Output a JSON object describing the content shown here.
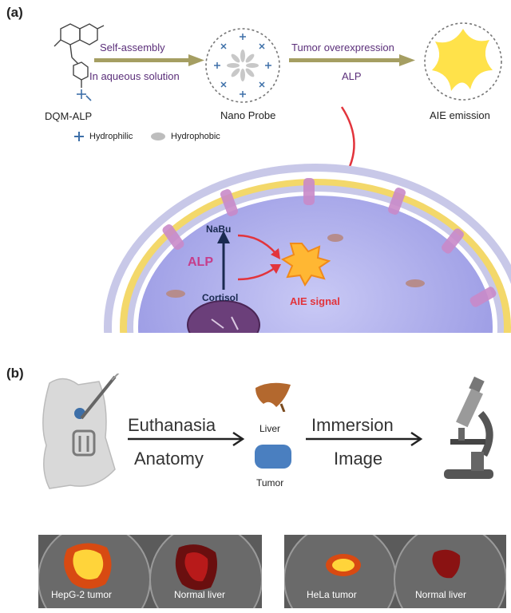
{
  "panel_a": {
    "label": "(a)",
    "molecule_name": "DQM-ALP",
    "arrow1_top": "Self-assembly",
    "arrow1_bottom": "In aqueous solution",
    "nano_probe": "Nano Probe",
    "arrow2_top": "Tumor overexpression",
    "arrow2_bottom": "ALP",
    "aie_emission": "AIE emission",
    "legend_hydrophilic": "Hydrophilic",
    "legend_hydrophobic": "Hydrophobic",
    "cell_nabu": "NaBu",
    "cell_alp": "ALP",
    "cell_cortisol": "Cortisol",
    "cell_aie_signal": "AIE signal"
  },
  "panel_b": {
    "label": "(b)",
    "euthanasia": "Euthanasia",
    "anatomy": "Anatomy",
    "liver": "Liver",
    "tumor": "Tumor",
    "immersion": "Immersion",
    "image": "Image",
    "dish_labels": [
      "HepG-2 tumor",
      "Normal liver",
      "HeLa tumor",
      "Normal liver"
    ]
  },
  "colors": {
    "arrow_olive": "#a59e62",
    "label_purple": "#5b2f7a",
    "aie_yellow": "#ffe24a",
    "cell_lavender": "#9f9fe6",
    "red_arrow": "#e2343c",
    "tumor_blue": "#4a7fc0",
    "liver_brown": "#b3682e"
  }
}
